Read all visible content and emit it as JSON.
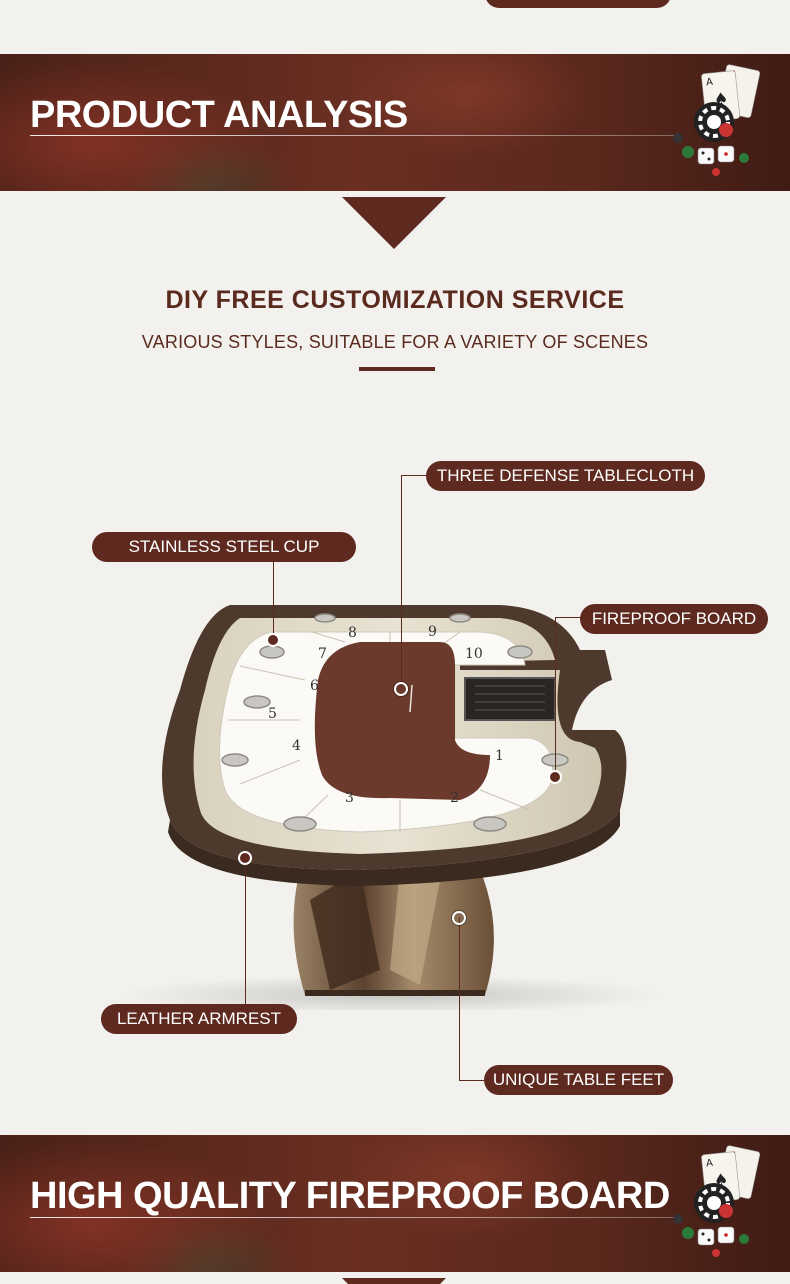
{
  "section_analysis": {
    "title": "PRODUCT ANALYSIS"
  },
  "customization": {
    "heading": "DIY FREE CUSTOMIZATION SERVICE",
    "subheading": "VARIOUS STYLES, SUITABLE FOR A VARIETY OF SCENES"
  },
  "callouts": {
    "tablecloth": "THREE DEFENSE TABLECLOTH",
    "cup": "STAINLESS STEEL CUP",
    "fireproof": "FIREPROOF BOARD",
    "armrest": "LEATHER ARMREST",
    "feet": "UNIQUE TABLE FEET"
  },
  "section_fireproof": {
    "title": "HIGH QUALITY FIREPROOF BOARD"
  },
  "table_seat_numbers": [
    "1",
    "2",
    "3",
    "4",
    "5",
    "6",
    "7",
    "8",
    "9",
    "10"
  ],
  "colors": {
    "brand": "#5e2a20",
    "background": "#f3f1ee",
    "felt": "#6b3a2c",
    "leather": "#4e3a2c"
  },
  "icons": {
    "banner_decoration": "casino-cards-chips-dice-icon"
  }
}
